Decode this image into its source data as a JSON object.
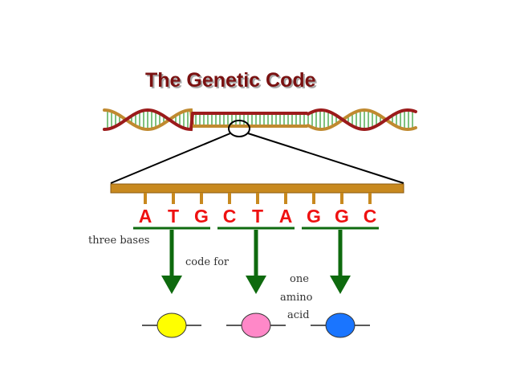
{
  "title": "The Genetic Code",
  "bases": [
    "A",
    "T",
    "G",
    "C",
    "T",
    "A",
    "G",
    "G",
    "C"
  ],
  "labels": {
    "three_bases": "three bases",
    "code_for": "code for",
    "one_amino_acid": [
      "one",
      "amino",
      "acid"
    ]
  },
  "amino_acids": [
    {
      "name": "amino-acid-yellow",
      "color": "#ffff00"
    },
    {
      "name": "amino-acid-pink",
      "color": "#ff88c8"
    },
    {
      "name": "amino-acid-blue",
      "color": "#1a75ff"
    }
  ],
  "colors": {
    "title": "#7a1111",
    "title_shadow": "#a8a8a8",
    "base_letters": "#ee1111",
    "codon_underline": "#0e6a0e",
    "arrow": "#0e6a0e",
    "bar": "#c8891f",
    "bar_outline": "#8a5a10",
    "dna_strand_red": "#9b1b1b",
    "dna_strand_brown": "#c08a30",
    "dna_rungs": "#2a9a2a",
    "zoom_lines": "#000000"
  }
}
